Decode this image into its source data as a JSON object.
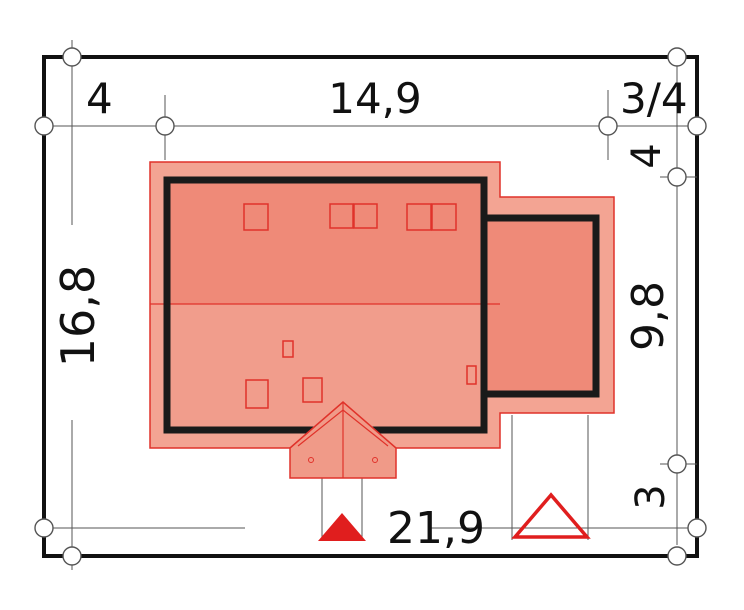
{
  "dimensions": {
    "top_left": "4",
    "top_mid": "14,9",
    "top_right": "3/4",
    "right_top": "4",
    "left": "16,8",
    "right_mid": "9,8",
    "right_bottom": "3",
    "bottom": "21,9"
  },
  "colors": {
    "roof_fill": "#ef8a78",
    "roof_fill_light": "#f19d8c",
    "overhang_fill": "#f3a493",
    "roof_stroke": "#e0322a",
    "wall_stroke": "#1a1a1a",
    "entrance_marker": "#e01e1e"
  },
  "icons": {
    "entrance": "filled-triangle-icon",
    "driveway": "outline-triangle-icon"
  }
}
